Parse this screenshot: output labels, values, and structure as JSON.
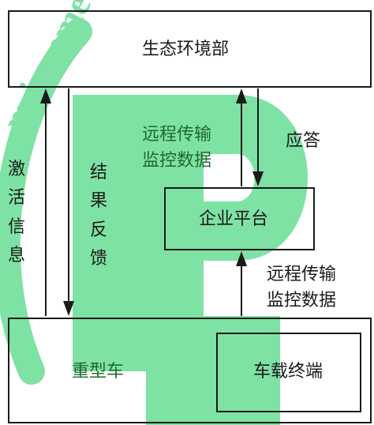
{
  "nodes": {
    "ministry": "生态环境部",
    "platform": "企业平台",
    "truck": "重型车",
    "terminal": "车载终端"
  },
  "edges": {
    "remote_upper": [
      "远程传输",
      "监控数据"
    ],
    "remote_lower": [
      "远程传输",
      "监控数据"
    ],
    "response": "应答",
    "activation": [
      "激",
      "活",
      "信",
      "息"
    ],
    "feedback": [
      "结",
      "果",
      "反",
      "馈"
    ]
  },
  "watermark": {
    "letters": "nvironme",
    "color": "#7ee2a4"
  },
  "colors": {
    "black": "#1a1a1a",
    "green": "#1f6b2e"
  }
}
